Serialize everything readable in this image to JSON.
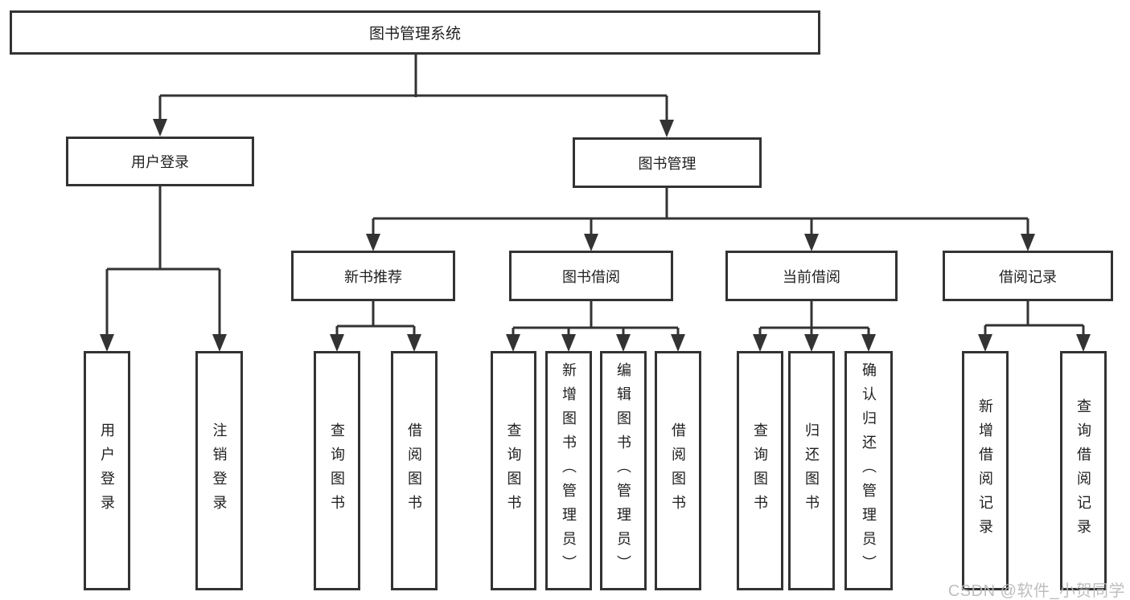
{
  "diagram": {
    "root": {
      "label": "图书管理系统",
      "children": [
        {
          "label": "用户登录",
          "children": [
            {
              "label": "用户登录"
            },
            {
              "label": "注销登录"
            }
          ]
        },
        {
          "label": "图书管理",
          "children": [
            {
              "label": "新书推荐",
              "children": [
                {
                  "label": "查询图书"
                },
                {
                  "label": "借阅图书"
                }
              ]
            },
            {
              "label": "图书借阅",
              "children": [
                {
                  "label": "查询图书"
                },
                {
                  "label": "新增图书（管理员）"
                },
                {
                  "label": "编辑图书（管理员）"
                },
                {
                  "label": "借阅图书"
                }
              ]
            },
            {
              "label": "当前借阅",
              "children": [
                {
                  "label": "查询图书"
                },
                {
                  "label": "归还图书"
                },
                {
                  "label": "确认归还（管理员）"
                }
              ]
            },
            {
              "label": "借阅记录",
              "children": [
                {
                  "label": "新增借阅记录"
                },
                {
                  "label": "查询借阅记录"
                }
              ]
            }
          ]
        }
      ]
    }
  },
  "watermark": {
    "text": "CSDN @软件_小贺同学"
  },
  "colors": {
    "line": "#333333",
    "box_fill": "#ffffff",
    "text": "#1f1f1f",
    "watermark": "#b9b9b9",
    "background": "#ffffff"
  }
}
